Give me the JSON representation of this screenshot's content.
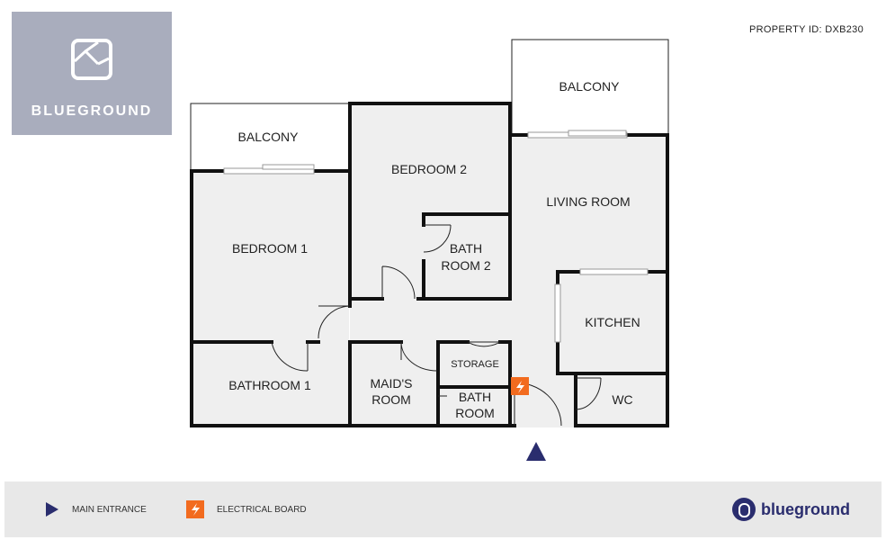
{
  "logo": {
    "text": "BLUEGROUND"
  },
  "property_id": "PROPERTY ID: DXB230",
  "rooms": {
    "balcony_left": "BALCONY",
    "balcony_right": "BALCONY",
    "bedroom1": "BEDROOM 1",
    "bedroom2": "BEDROOM 2",
    "bathroom2": [
      "BATH",
      "ROOM 2"
    ],
    "living_room": "LIVING ROOM",
    "kitchen": "KITCHEN",
    "bathroom1": "BATHROOM 1",
    "maids_room": [
      "MAID'S",
      "ROOM"
    ],
    "storage": "STORAGE",
    "bathroom": [
      "BATH",
      "ROOM"
    ],
    "wc": "WC"
  },
  "legend": {
    "main_entrance": "MAIN ENTRANCE",
    "electrical_board": "ELECTRICAL BOARD",
    "brand": "blueground"
  },
  "colors": {
    "floor": "#efefef",
    "wall": "#111111",
    "logo_bg": "#a9adbd",
    "accent_navy": "#2a2d6e",
    "electrical_orange": "#f26b1f"
  }
}
